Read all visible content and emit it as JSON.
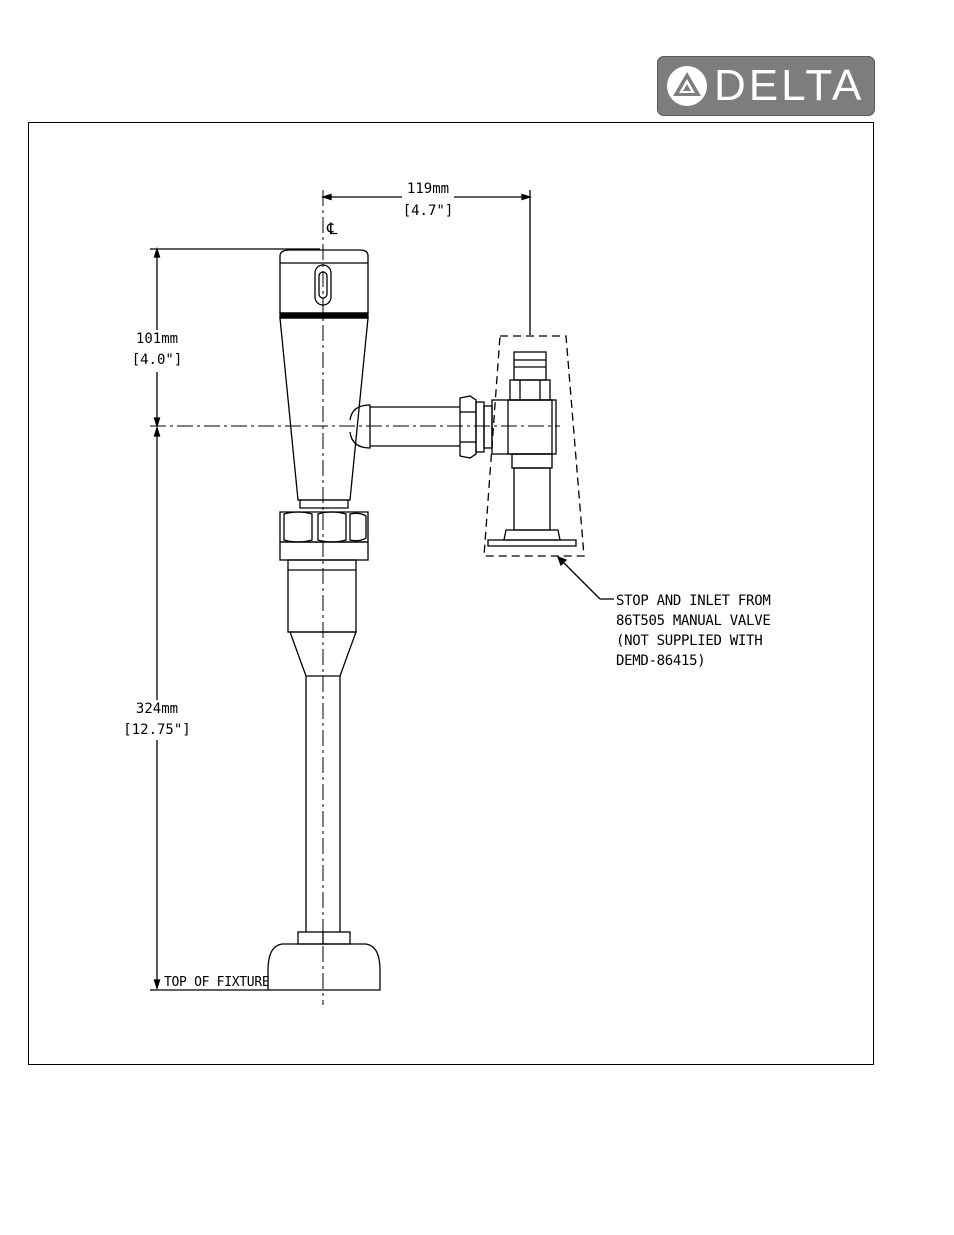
{
  "brand": {
    "name": "DELTA"
  },
  "dimensions": {
    "width": {
      "mm": "119mm",
      "in": "[4.7\"]"
    },
    "upper_height": {
      "mm": "101mm",
      "in": "[4.0\"]"
    },
    "lower_height": {
      "mm": "324mm",
      "in": "[12.75\"]"
    }
  },
  "centerline_symbol": "℄",
  "fixture_label": "TOP OF FIXTURE",
  "note_lines": [
    "STOP AND INLET FROM",
    "86T505 MANUAL VALVE",
    "(NOT SUPPLIED WITH",
    "DEMD-86415)"
  ],
  "colors": {
    "logo_bg": "#7d7d7d",
    "line": "#000000"
  }
}
